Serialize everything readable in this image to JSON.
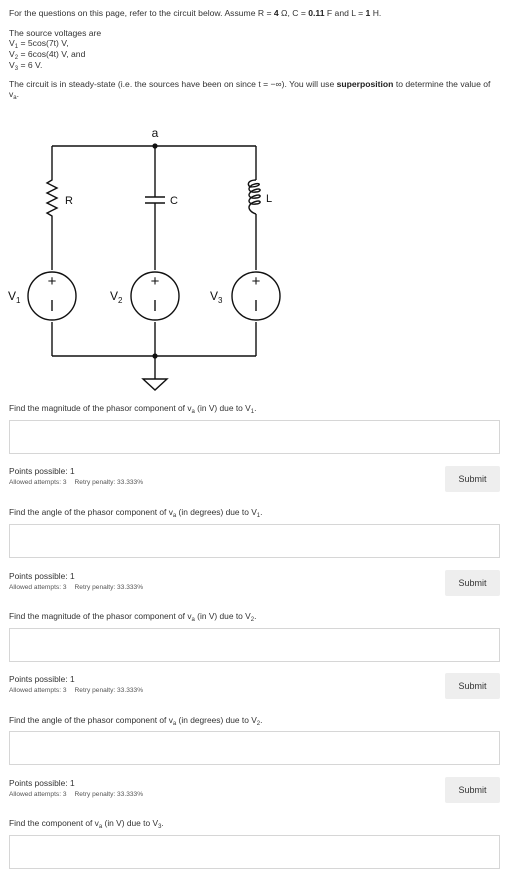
{
  "intro": {
    "line1_pre": "For the questions on this page, refer to the circuit below. Assume R = ",
    "R_val": "4",
    "R_unit": " Ω, C = ",
    "C_val": "0.11",
    "C_unit": " F and L = ",
    "L_val": "1",
    "L_unit": " H.",
    "sources_heading": "The source voltages are",
    "v1_label": "V",
    "v1_sub": "1",
    "v1_expr": " = 5cos(7t) V,",
    "v2_label": "V",
    "v2_sub": "2",
    "v2_expr": " = 6cos(4t) V, and",
    "v3_label": "V",
    "v3_sub": "3",
    "v3_expr": " = 6 V.",
    "steady_pre": "The circuit is in steady-state (i.e. the sources have been on since t = −∞). You will use ",
    "steady_bold": "superposition",
    "steady_post": " to determine the value of",
    "va_label": "v",
    "va_sub": "a",
    "va_end": "."
  },
  "circuit": {
    "node_label": "a",
    "R_label": "R",
    "C_label": "C",
    "L_label": "L",
    "v1": "V",
    "v1_sub": "1",
    "v2": "V",
    "v2_sub": "2",
    "v3": "V",
    "v3_sub": "3",
    "plus": "+",
    "minus": "−"
  },
  "questions": [
    {
      "pre": "Find the magnitude of the phasor component of v",
      "sub": "a",
      "post": " (in V) due to V",
      "src": "1",
      "end": ".",
      "points": "Points possible: 1",
      "allowed": "Allowed attempts: 3",
      "penalty": "Retry penalty: 33.333%",
      "submit": "Submit"
    },
    {
      "pre": "Find the angle of the phasor component of v",
      "sub": "a",
      "post": " (in degrees) due to V",
      "src": "1",
      "end": ".",
      "points": "Points possible: 1",
      "allowed": "Allowed attempts: 3",
      "penalty": "Retry penalty: 33.333%",
      "submit": "Submit"
    },
    {
      "pre": "Find the magnitude of the phasor component of v",
      "sub": "a",
      "post": " (in V) due to V",
      "src": "2",
      "end": ".",
      "points": "Points possible: 1",
      "allowed": "Allowed attempts: 3",
      "penalty": "Retry penalty: 33.333%",
      "submit": "Submit"
    },
    {
      "pre": "Find the angle of the phasor component of v",
      "sub": "a",
      "post": " (in degrees) due to V",
      "src": "2",
      "end": ".",
      "points": "Points possible: 1",
      "allowed": "Allowed attempts: 3",
      "penalty": "Retry penalty: 33.333%",
      "submit": "Submit"
    },
    {
      "pre": "Find the component of v",
      "sub": "a",
      "post": " (in V) due to V",
      "src": "3",
      "end": "."
    }
  ]
}
